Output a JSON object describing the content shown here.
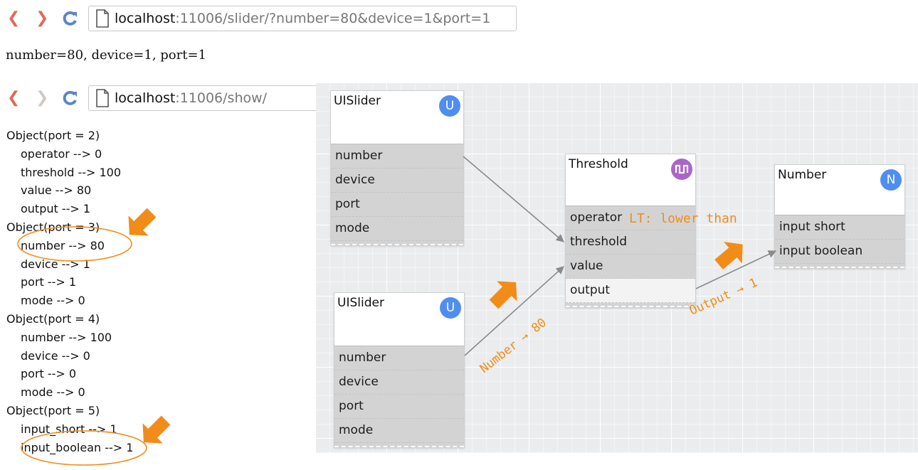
{
  "browser_top": {
    "url_host": "localhost",
    "url_rest": ":11006/slider/?number=80&device=1&port=1"
  },
  "status_text": "number=80, device=1, port=1",
  "browser_bottom": {
    "url_host": "localhost",
    "url_rest": ":11006/show/"
  },
  "objects": [
    {
      "header": "Object(port = 2)",
      "props": [
        "operator --> 0",
        "threshold --> 100",
        "value --> 80",
        "output --> 1"
      ]
    },
    {
      "header": "Object(port = 3)",
      "props": [
        "number --> 80",
        "device --> 1",
        "port --> 1",
        "mode --> 0"
      ]
    },
    {
      "header": "Object(port = 4)",
      "props": [
        "number --> 100",
        "device --> 0",
        "port --> 0",
        "mode --> 0"
      ]
    },
    {
      "header": "Object(port = 5)",
      "props": [
        "input_short --> 1",
        "input_boolean --> 1"
      ]
    }
  ],
  "nodes": {
    "uislider1": {
      "title": "UISlider",
      "badge": "U",
      "ports": [
        "number",
        "device",
        "port",
        "mode"
      ]
    },
    "uislider2": {
      "title": "UISlider",
      "badge": "U",
      "ports": [
        "number",
        "device",
        "port",
        "mode"
      ]
    },
    "threshold": {
      "title": "Threshold",
      "ports": [
        "operator",
        "threshold",
        "value",
        "output"
      ]
    },
    "number": {
      "title": "Number",
      "badge": "N",
      "ports": [
        "input short",
        "input boolean"
      ]
    }
  },
  "annotations": {
    "operator_note": "LT: lower than",
    "edge_number": "Number → 80",
    "edge_output": "Output → 1"
  },
  "colors": {
    "accent_orange": "#f28c18",
    "badge_blue": "#4f8ef0",
    "badge_purple": "#a966c9"
  }
}
